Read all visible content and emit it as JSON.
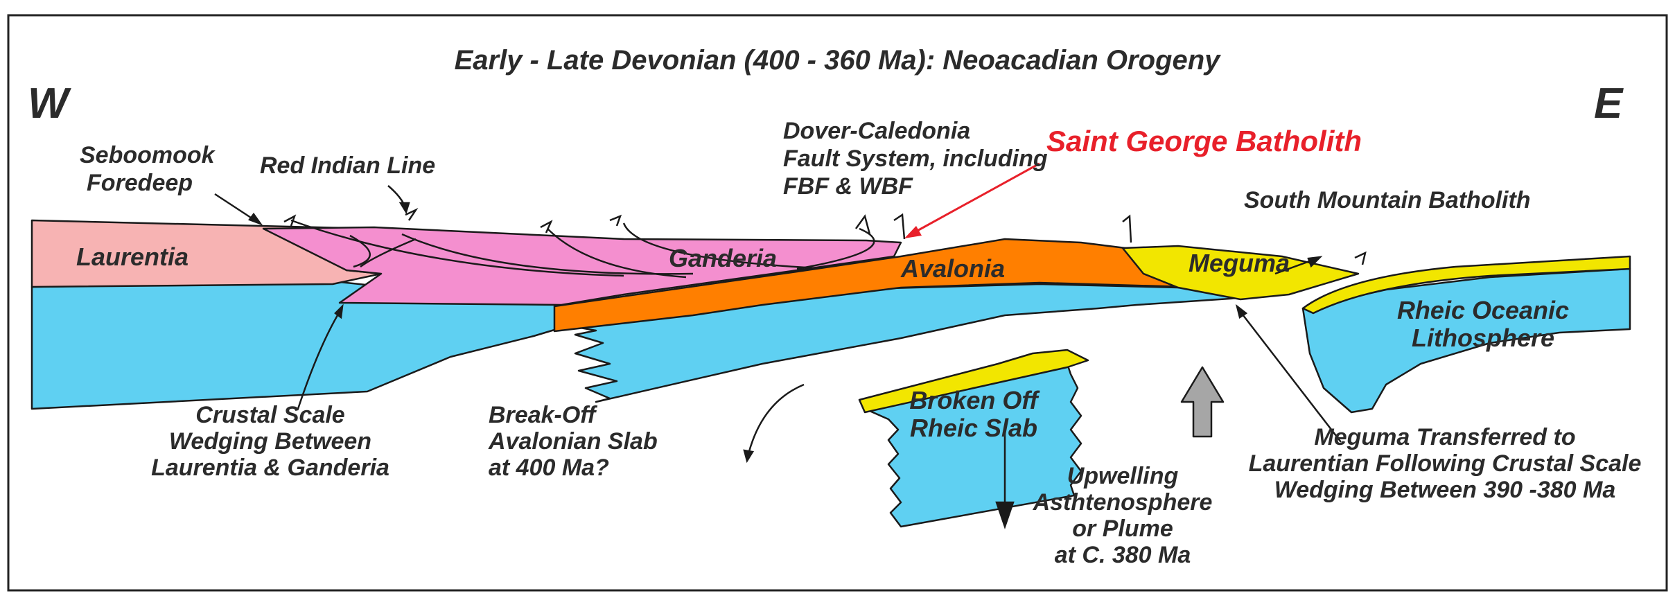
{
  "title": "Early - Late Devonian (400 - 360 Ma): Neoacadian Orogeny",
  "directions": {
    "west": "W",
    "east": "E"
  },
  "units": {
    "laurentia": "Laurentia",
    "ganderia": "Ganderia",
    "avalonia": "Avalonia",
    "meguma": "Meguma",
    "rheic_lithosphere": [
      "Rheic Oceanic",
      "Lithosphere"
    ],
    "broken_slab": [
      "Broken Off",
      "Rheic Slab"
    ]
  },
  "labels": {
    "seboomook": [
      "Seboomook",
      "Foredeep"
    ],
    "red_indian": "Red Indian Line",
    "dover": [
      "Dover-Caledonia",
      "Fault System, including",
      "FBF & WBF"
    ],
    "saint_george": "Saint George Batholith",
    "south_mountain": "South Mountain Batholith",
    "crustal_wedging": [
      "Crustal Scale",
      "Wedging Between",
      "Laurentia & Ganderia"
    ],
    "break_off": [
      "Break-Off",
      "Avalonian Slab",
      "at 400 Ma?"
    ],
    "upwelling": [
      "Upwelling",
      "Asthtenosphere",
      "or Plume",
      "at C. 380 Ma"
    ],
    "meguma_transferred": [
      "Meguma Transferred to",
      "Laurentian Following Crustal Scale",
      "Wedging Between 390 -380 Ma"
    ]
  },
  "colors": {
    "laurentia": "#f7b3b3",
    "ganderia": "#f48fcf",
    "avalonia": "#ff7f00",
    "meguma": "#f2e600",
    "mantle": "#5fd0f2",
    "rheic": "#5fd0f2",
    "highlight": "#e8202a",
    "upwelling_arrow": "#a6a6a6"
  }
}
